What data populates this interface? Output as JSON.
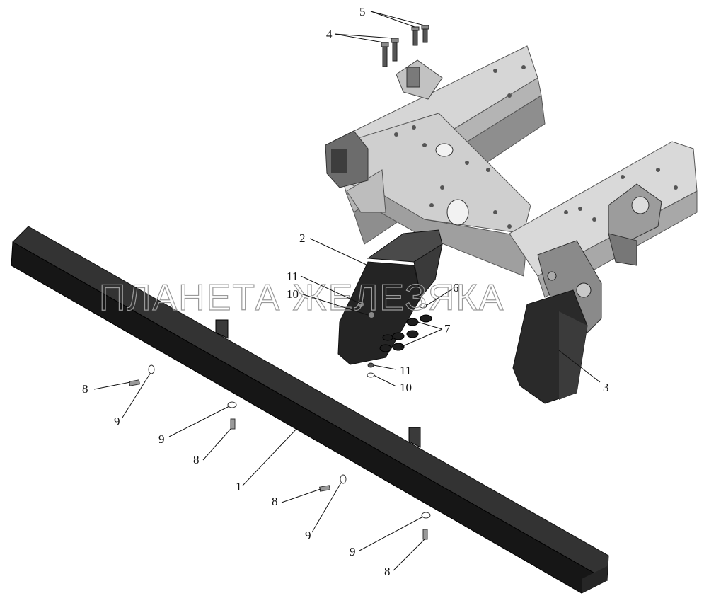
{
  "watermark": "ПЛАНЕТА ЖЕЛЕЗЯКА",
  "callouts": {
    "c1": "1",
    "c2": "2",
    "c3": "3",
    "c4": "4",
    "c5": "5",
    "c6": "6",
    "c7": "7",
    "c8a": "8",
    "c8b": "8",
    "c8c": "8",
    "c8d": "8",
    "c9a": "9",
    "c9b": "9",
    "c9c": "9",
    "c9d": "9",
    "c10a": "10",
    "c10b": "10",
    "c11a": "11",
    "c11b": "11"
  },
  "colors": {
    "bumper_dark": "#1c1c1c",
    "frame_light": "#d4d4d4",
    "frame_mid": "#a9a9a9",
    "frame_shadow": "#6d6d6d",
    "bracket_dark": "#262626"
  }
}
